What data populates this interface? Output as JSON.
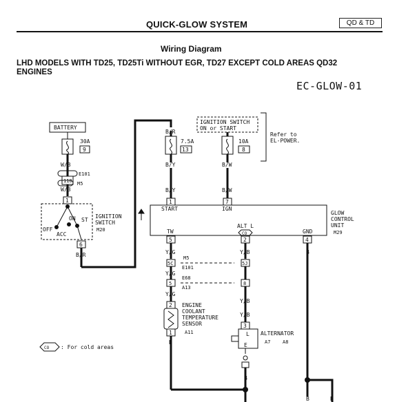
{
  "header": {
    "title": "QUICK-GLOW SYSTEM",
    "model_box": "QD & TD"
  },
  "subtitle": "Wiring Diagram",
  "models_line1": "LHD MODELS WITH TD25, TD25Ti WITHOUT EGR, TD27 EXCEPT COLD AREAS QD32",
  "models_line2": "ENGINES",
  "diagram_id": "EC-GLOW-01",
  "labels": {
    "battery": "BATTERY",
    "fuse_30a": "30A",
    "fuse_9": "9",
    "wire_wb1": "W/B",
    "conn_e101": "E101",
    "conn_110": "110",
    "conn_m5": "M5",
    "wire_wb2": "W/B",
    "pin_1": "1",
    "ign_switch1": "IGNITION",
    "ign_switch2": "SWITCH",
    "ign_conn": "M20",
    "pos_st": "ST",
    "pos_on": "ON",
    "pos_off": "OFF",
    "pos_acc": "ACC",
    "pin_6": "6",
    "wire_br_left": "B/R",
    "wire_br_top": "B/R",
    "fuse_75a": "7.5A",
    "fuse_13": "13",
    "wire_by1": "B/Y",
    "wire_by2": "B/Y",
    "ign_box1": "IGNITION SWITCH",
    "ign_box2": "ON or START",
    "refer1": "Refer to",
    "refer2": "EL-POWER.",
    "fuse_10a": "10A",
    "fuse_8": "8",
    "wire_bw1": "B/W",
    "wire_bw2": "B/W",
    "pin_start": "1",
    "pin_ign": "7",
    "term_start": "START",
    "term_ign": "IGN",
    "gcu1": "GLOW",
    "gcu2": "CONTROL",
    "gcu3": "UNIT",
    "gcu_conn": "M29",
    "term_tw": "TW",
    "term_altl": "ALT L",
    "term_gnd": "GND",
    "cold_sym": "CO",
    "pin_5a": "5",
    "pin_2a": "2",
    "pin_4": "4",
    "wire_yg1": "Y/G",
    "wire_yb1": "Y/B",
    "wire_b_gnd": "B",
    "conn_5c": "5C",
    "conn_m5b": "M5",
    "conn_e101b": "E101",
    "conn_5j": "5J",
    "wire_yg2": "Y/G",
    "conn_5b": "5",
    "conn_e68": "E68",
    "conn_a13": "A13",
    "conn_8": "8",
    "wire_yg3": "Y/G",
    "wire_yb2": "Y/B",
    "pin_2s": "2",
    "ects1": "ENGINE",
    "ects2": "COOLANT",
    "ects3": "TEMPERATURE",
    "ects4": "SENSOR",
    "pin_1s": "1",
    "ects_conn": "A11",
    "wire_b_s": "B",
    "wire_yb3": "Y/B",
    "pin_3": "3",
    "alt_l": "L",
    "alt_e": "E",
    "alternator": "ALTERNATOR",
    "alt_conn_a7": "A7",
    "alt_conn_a8": "A8",
    "legend_text": ": For cold areas",
    "legend_sym": "CO",
    "b_bot1": "B",
    "b_bot2": "B",
    "b_bot3": "B"
  }
}
